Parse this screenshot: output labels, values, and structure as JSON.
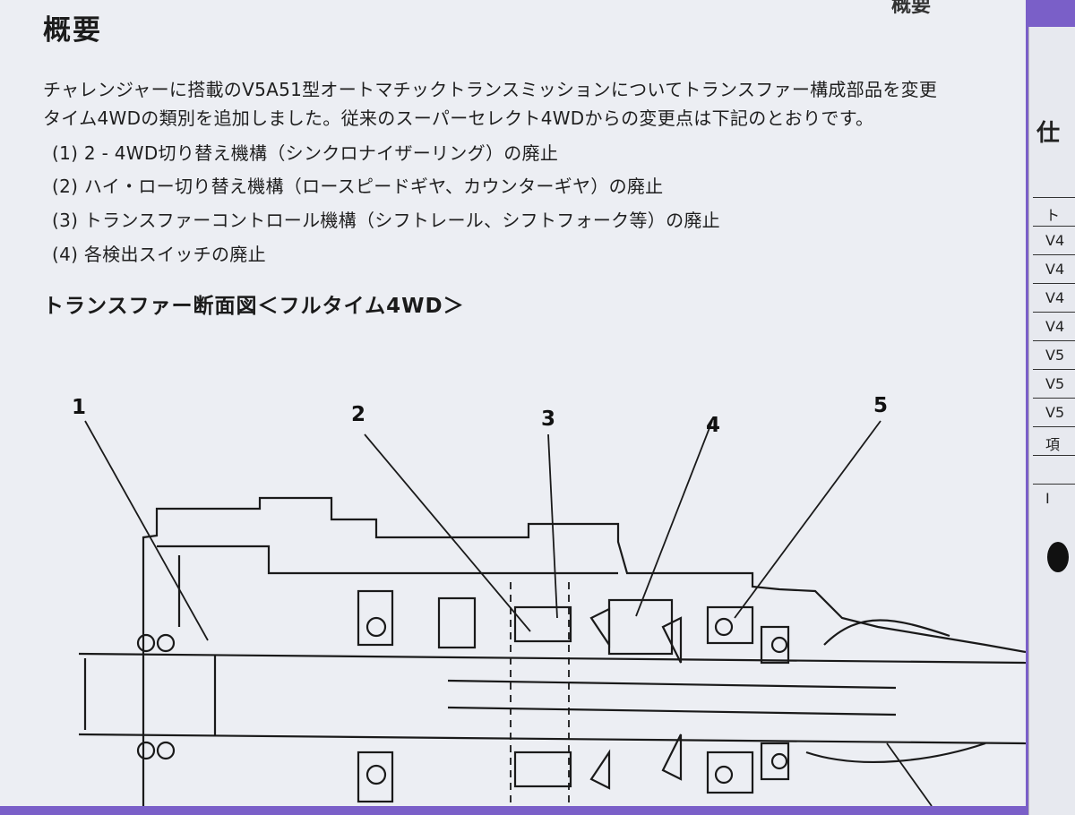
{
  "heading": "概要",
  "corner_text": "概要",
  "intro": {
    "line1": "チャレンジャーに搭載のV5A51型オートマチックトランスミッションについてトランスファー構成部品を変更",
    "line2": "タイム4WDの類別を追加しました。従来のスーパーセレクト4WDからの変更点は下記のとおりです。"
  },
  "changes": [
    "(1) 2 - 4WD切り替え機構（シンクロナイザーリング）の廃止",
    "(2) ハイ・ロー切り替え機構（ロースピードギヤ、カウンターギヤ）の廃止",
    "(3) トランスファーコントロール機構（シフトレール、シフトフォーク等）の廃止",
    "(4) 各検出スイッチの廃止"
  ],
  "section_title": "トランスファー断面図＜フルタイム4WD＞",
  "callouts": [
    "1",
    "2",
    "3",
    "4",
    "5"
  ],
  "side_page": {
    "title": "仕",
    "rows": [
      "ト",
      "V4",
      "V4",
      "V4",
      "V4",
      "V5",
      "V5",
      "V5",
      "項",
      "",
      "I"
    ]
  }
}
